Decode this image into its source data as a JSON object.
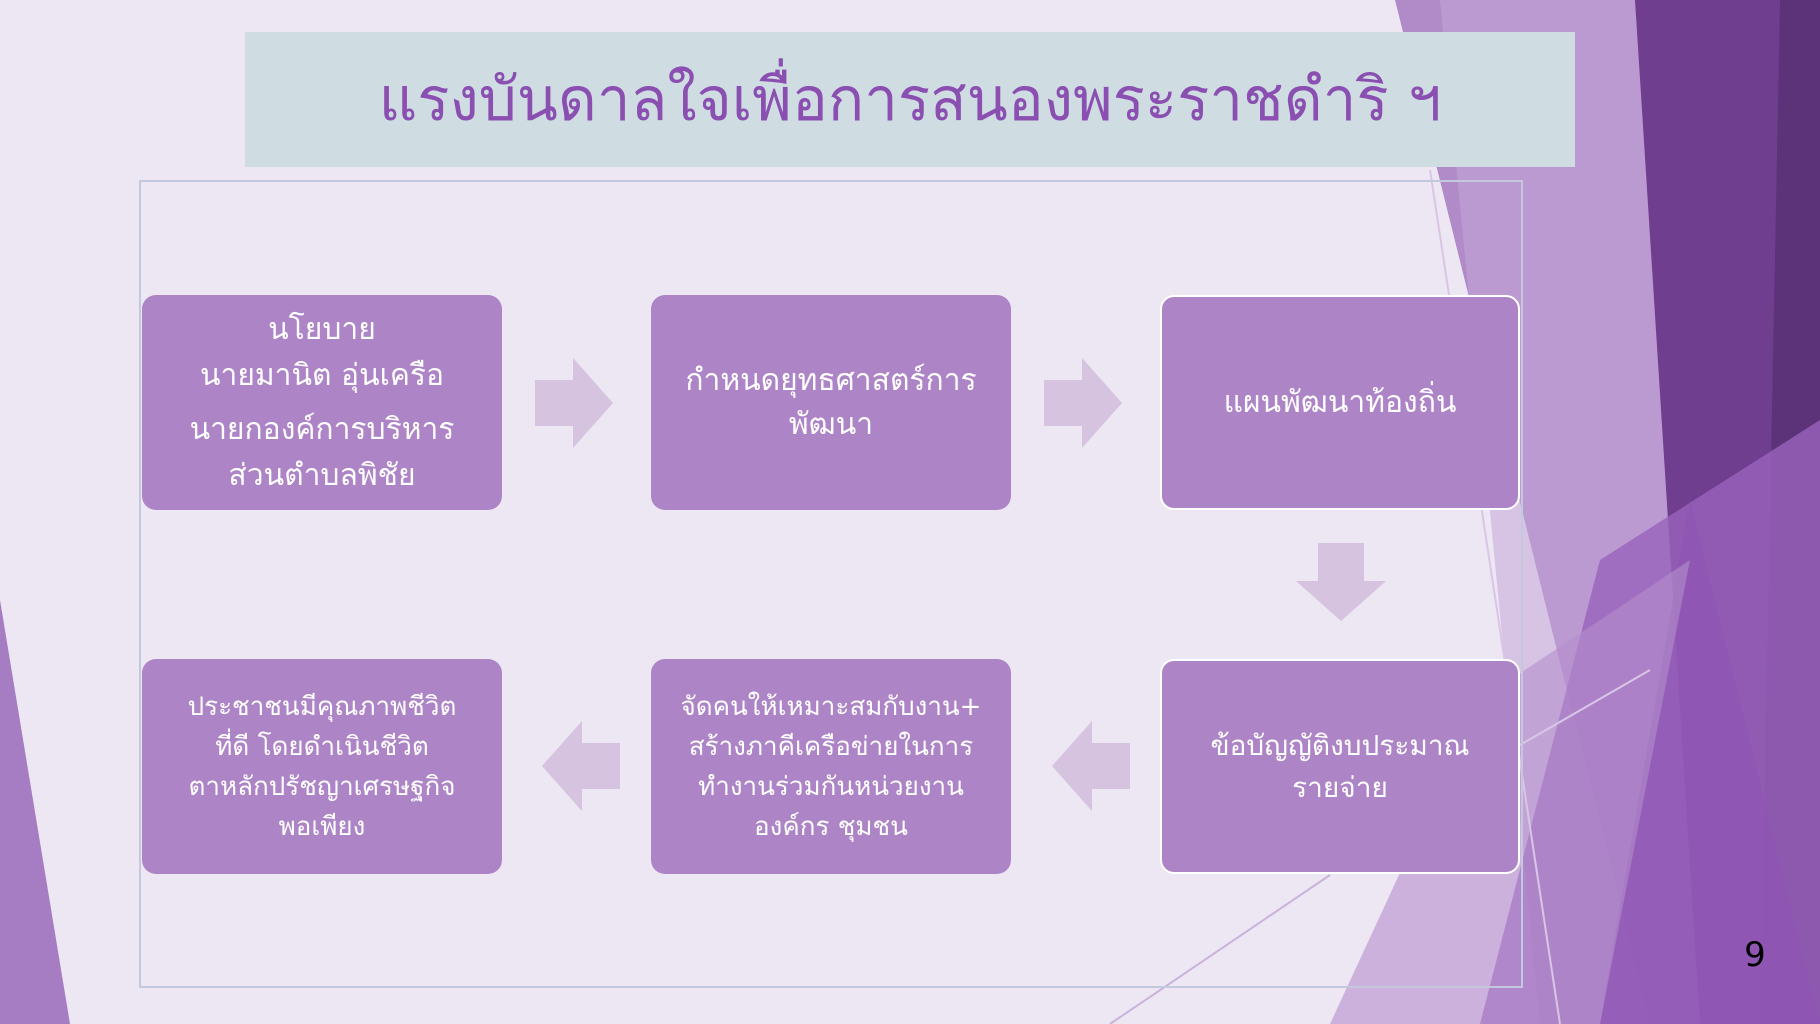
{
  "slide": {
    "title": "แรงบันดาลใจเพื่อการสนองพระราชดำริ ฯ",
    "page_number": "9"
  },
  "flow": {
    "step1": {
      "line1": "นโยบาย",
      "line2": "นายมานิต อุ่นเครือ",
      "line3": "นายกองค์การบริหาร",
      "line4": "ส่วนตำบลพิชัย"
    },
    "step2": {
      "line1": "กำหนดยุทธศาสตร์การ",
      "line2": "พัฒนา"
    },
    "step3": {
      "line1": "แผนพัฒนาท้องถิ่น"
    },
    "step4": {
      "line1": "ข้อบัญญัติงบประมาณ",
      "line2": "รายจ่าย"
    },
    "step5": {
      "line1": "จัดคนให้เหมาะสมกับงาน+",
      "line2": "สร้างภาคีเครือข่ายในการ",
      "line3": "ทำงานร่วมกันหน่วยงาน",
      "line4": "องค์กร ชุมชน"
    },
    "step6": {
      "line1": "ประชาชนมีคุณภาพชีวิต",
      "line2": "ที่ดี โดยดำเนินชีวิต",
      "line3": "ตาหลักปรัชญาเศรษฐกิจ",
      "line4": "พอเพียง"
    }
  },
  "colors": {
    "box_fill": "#ad85c7",
    "arrow_fill": "#d5c3df",
    "title_text": "#8a4fb0",
    "title_bg": "#cfdde3"
  },
  "icons": {
    "arrow_right": "arrow-right-icon",
    "arrow_down": "arrow-down-icon",
    "arrow_left": "arrow-left-icon"
  }
}
